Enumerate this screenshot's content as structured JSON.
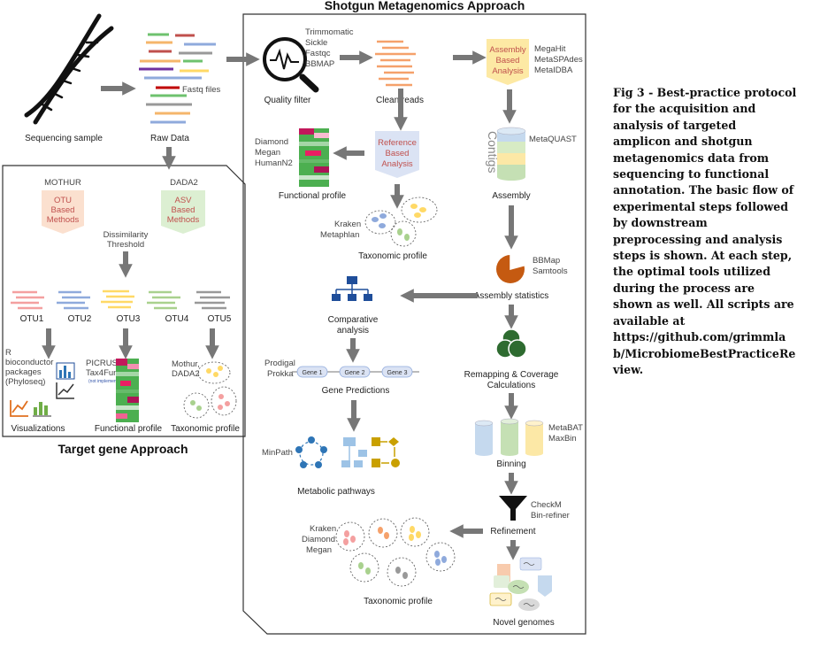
{
  "titles": {
    "shotgun": "Shotgun Metagenomics Approach",
    "target": "Target gene Approach"
  },
  "top": {
    "sequencing_sample": "Sequencing sample",
    "raw_data": "Raw Data",
    "fastq_files": "Fastq files"
  },
  "target": {
    "mothur": "MOTHUR",
    "dada2": "DADA2",
    "otu_box": [
      "OTU",
      "Based",
      "Methods"
    ],
    "asv_box": [
      "ASV",
      "Based",
      "Methods"
    ],
    "dissimilarity": [
      "Dissimilarity",
      "Threshold"
    ],
    "otus": [
      "OTU1",
      "OTU2",
      "OTU3",
      "OTU4",
      "OTU5"
    ],
    "r_tools": [
      "R",
      "bioconductor",
      "packages",
      "(Phyloseq)"
    ],
    "picrust": [
      "PICRUSt",
      "Tax4Fun"
    ],
    "not_implemented": "(not implemented)",
    "mothur_dada2": [
      "Mothur,",
      "DADA2"
    ],
    "visualizations": "Visualizations",
    "functional_profile": "Functional profile",
    "taxonomic_profile": "Taxonomic profile"
  },
  "shotgun": {
    "qc_tools": [
      "Trimmomatic",
      "Sickle",
      "Fastqc",
      "BBMAP"
    ],
    "quality_filter": "Quality filter",
    "clean_reads": "Clean reads",
    "assembly_box": [
      "Assembly",
      "Based",
      "Analysis"
    ],
    "assembly_tools": [
      "MegaHit",
      "MetaSPAdes",
      "MetaIDBA"
    ],
    "reference_box": [
      "Reference",
      "Based",
      "Analysis"
    ],
    "functional_tools": [
      "Diamond",
      "Megan",
      "HumanN2"
    ],
    "functional_profile": "Functional profile",
    "kraken_tools": [
      "Kraken",
      "Metaphlan"
    ],
    "taxonomic_profile_1": "Taxonomic profile",
    "contigs": "Contigs",
    "metaquast": "MetaQUAST",
    "assembly": "Assembly",
    "stats_tools": [
      "BBMap",
      "Samtools"
    ],
    "assembly_statistics": "Assembly statistics",
    "comparative_analysis": [
      "Comparative",
      "analysis"
    ],
    "remapping": [
      "Remapping & Coverage",
      "Calculations"
    ],
    "gene_tools": [
      "Prodigal",
      "Prokka"
    ],
    "genes": [
      "Gene 1",
      "Gene 2",
      "Gene 3"
    ],
    "gene_predictions": "Gene Predictions",
    "binning_tools": [
      "MetaBAT",
      "MaxBin"
    ],
    "binning": "Binning",
    "minpath": "MinPath",
    "metabolic_pathways": "Metabolic pathways",
    "refine_tools": [
      "CheckM",
      "Bin-refiner"
    ],
    "refinement": "Refinement",
    "tax_tools_2": [
      "Kraken",
      "Diamond",
      "Megan"
    ],
    "taxonomic_profile_2": "Taxonomic profile",
    "novel_genomes": "Novel genomes"
  },
  "caption_lines": [
    "Fig 3 - Best-practice protocol",
    "for the acquisition and",
    "analysis of targeted",
    "amplicon and shotgun",
    "metagenomics data from",
    "sequencing to functional",
    "annotation. The basic flow of",
    "experimental steps followed",
    "by downstream",
    "preprocessing and analysis",
    "steps is shown. At each step,",
    "the optimal tools utilized",
    "during the process are",
    "shown as well. All scripts are",
    "available at",
    "https://github.com/grimmla",
    "b/MicrobiomeBestPracticeRe",
    "view."
  ],
  "colors": {
    "arrow": "#777777",
    "orange_box": "#fbe0cf",
    "green_box": "#dcefd2",
    "yellow_box": "#fde9a4",
    "blue_box": "#dbe3f4",
    "panel_border": "#333333"
  }
}
